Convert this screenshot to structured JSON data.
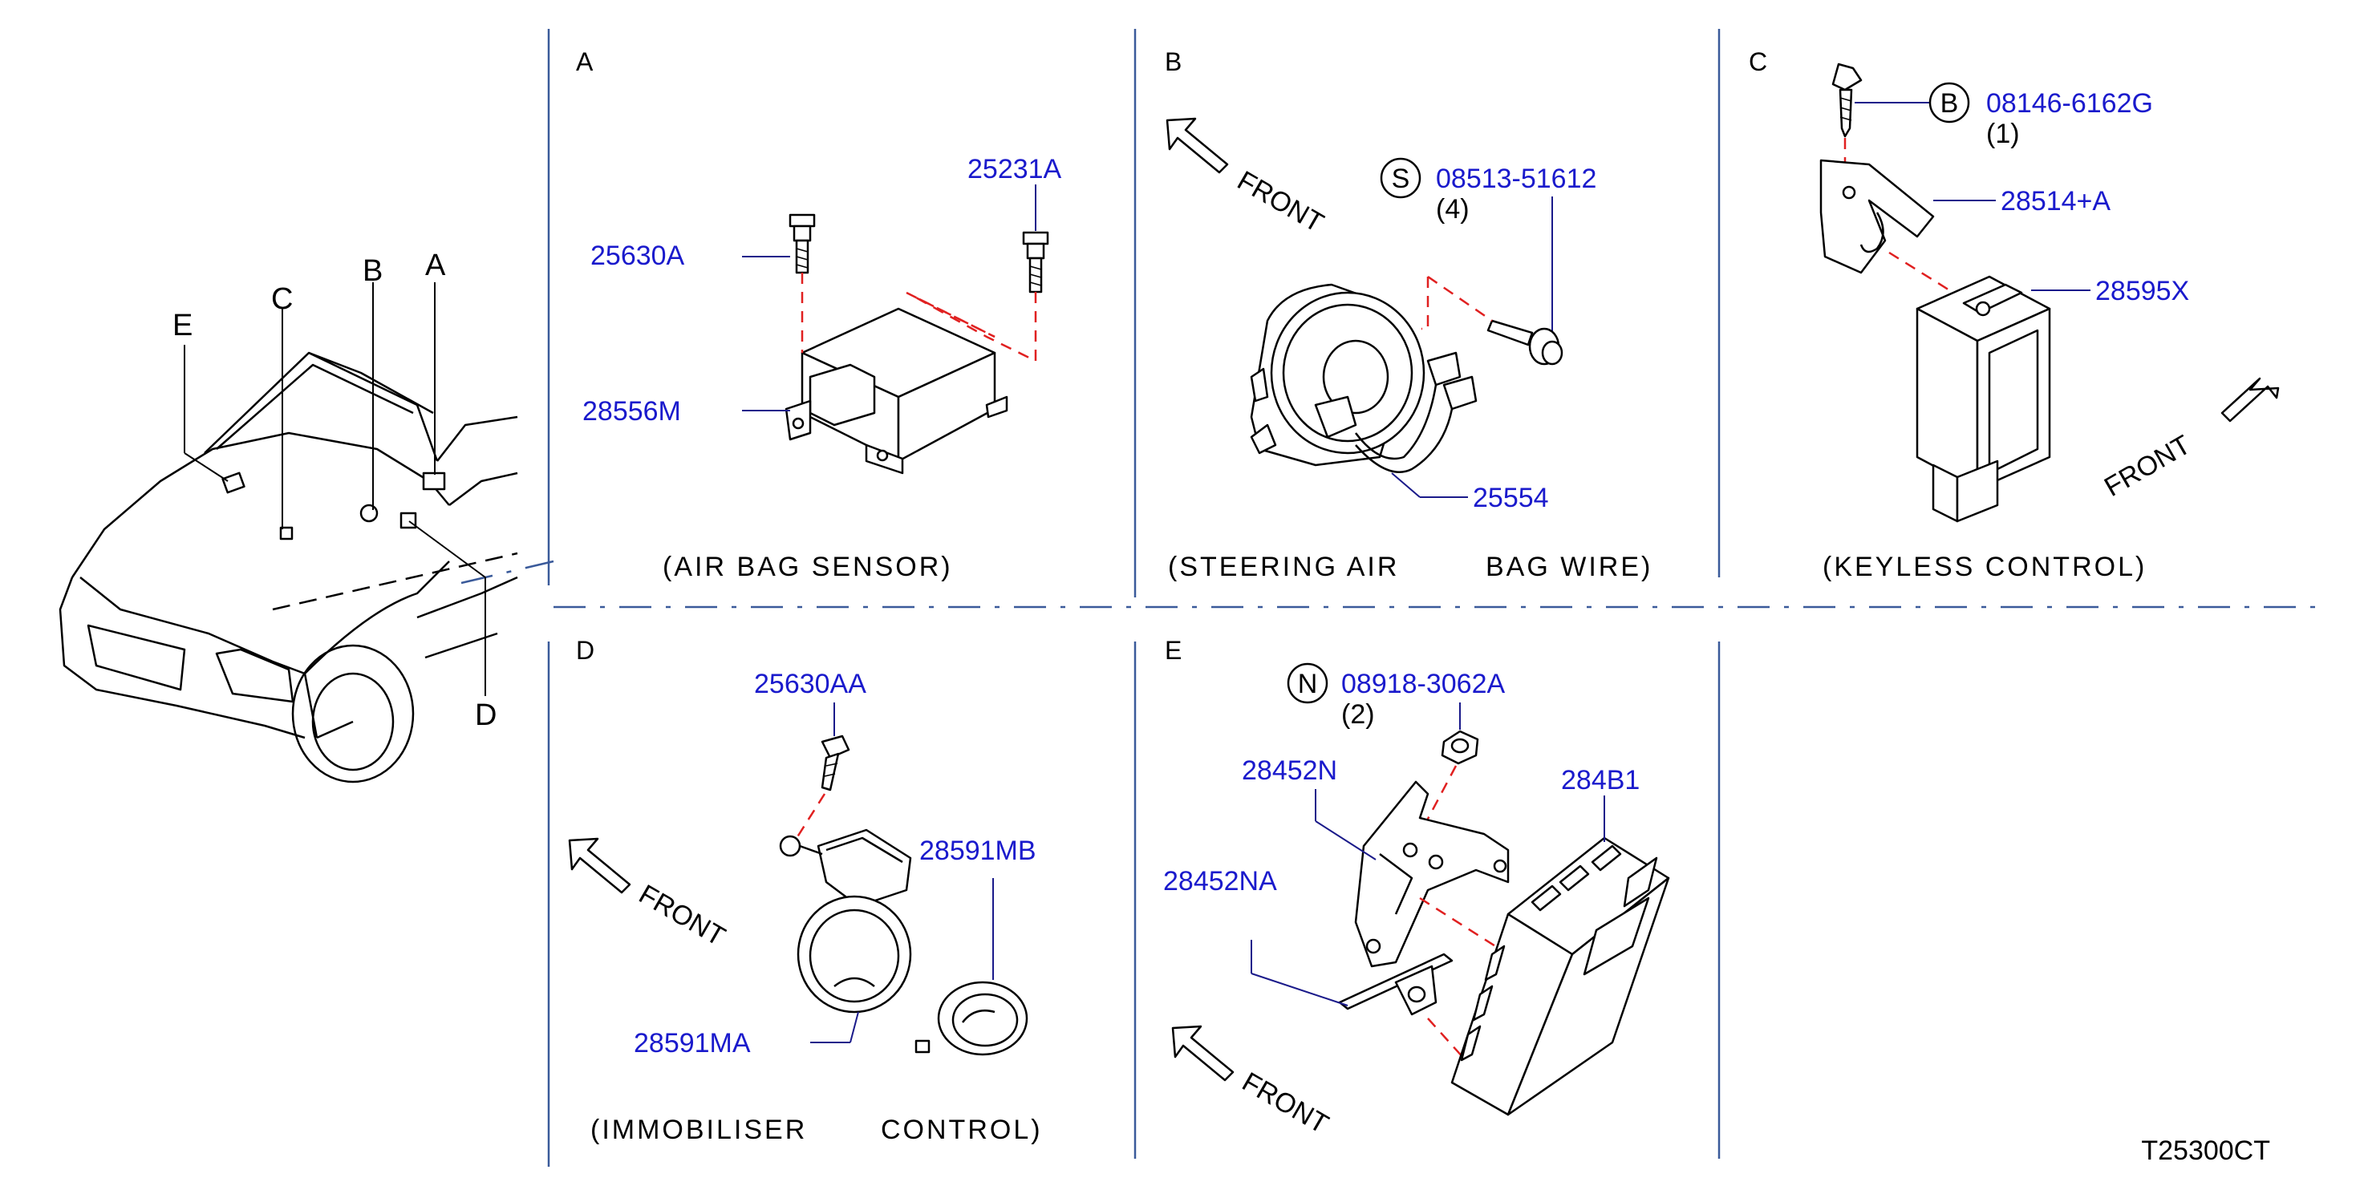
{
  "sections": {
    "A": {
      "letter": "A",
      "caption": "(AIR BAG SENSOR)",
      "parts": {
        "bolt_left": "25630A",
        "bolt_right": "25231A",
        "sensor": "28556M"
      }
    },
    "B": {
      "letter": "B",
      "caption_left": "(STEERING AIR",
      "caption_right": "BAG WIRE)",
      "front": "FRONT",
      "screw_symbol": "S",
      "screw_part": "08513-51612",
      "screw_qty": "(4)",
      "wire_part": "25554"
    },
    "C": {
      "letter": "C",
      "caption": "(KEYLESS CONTROL)",
      "front": "FRONT",
      "bolt_symbol": "B",
      "bolt_part": "08146-6162G",
      "bolt_qty": "(1)",
      "bracket_part": "28514+A",
      "unit_part": "28595X"
    },
    "D": {
      "letter": "D",
      "caption_left": "(IMMOBILISER",
      "caption_right": "CONTROL)",
      "front": "FRONT",
      "bolt_part": "25630AA",
      "ring_part_b": "28591MB",
      "ring_part_a": "28591MA"
    },
    "E": {
      "letter": "E",
      "front": "FRONT",
      "nut_symbol": "N",
      "nut_part": "08918-3062A",
      "nut_qty": "(2)",
      "bracket_part": "28452N",
      "plate_part": "28452NA",
      "module_part": "284B1"
    },
    "vehicle": {
      "label_a": "A",
      "label_b": "B",
      "label_c": "C",
      "label_d": "D",
      "label_e": "E"
    }
  },
  "drawing_code": "T25300CT"
}
